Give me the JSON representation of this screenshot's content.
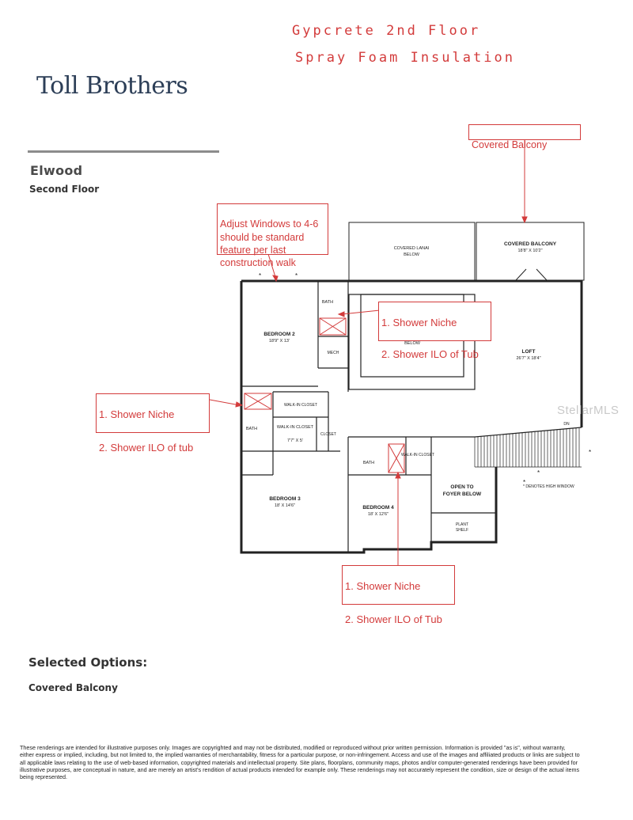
{
  "header": {
    "line1": "Gypcrete 2nd Floor",
    "line2": "Spray Foam Insulation"
  },
  "brand": {
    "logo_text": "Toll Brothers"
  },
  "plan": {
    "name": "Elwood",
    "floor": "Second Floor"
  },
  "annotations": {
    "covered_balcony": "Covered Balcony",
    "adjust_windows": "Adjust Windows to 4-6 should be standard feature per last construction walk",
    "bath2": {
      "item1": "1.  Shower Niche",
      "item2": "2. Shower ILO of Tub"
    },
    "bath3": {
      "item1": "1. Shower Niche",
      "item2": "2.  Shower ILO of tub"
    },
    "bath4": {
      "item1": "1. Shower Niche",
      "item2": "2. Shower ILO of Tub"
    }
  },
  "rooms": {
    "covered_lanai": {
      "name": "COVERED LANAI",
      "sub": "BELOW"
    },
    "covered_balcony": {
      "name": "COVERED BALCONY",
      "dims": "18'8\" X 10'2\""
    },
    "bath_a": "BATH",
    "mech": "MECH",
    "bedroom2": {
      "name": "BEDROOM 2",
      "dims": "18'9\" X 13'"
    },
    "open_below": "BELOW",
    "loft": {
      "name": "LOFT",
      "dims": "26'7\" X 18'4\""
    },
    "walkin_closet_a": "WALK-IN CLOSET",
    "bath_b": "BATH",
    "walkin_closet_b": {
      "name": "WALK-IN CLOSET",
      "dims": "7'7\" X 5'"
    },
    "closet": "CLOSET",
    "bath_c": "BATH",
    "walkin_closet_c": "WALK-IN CLOSET",
    "bedroom3": {
      "name": "BEDROOM 3",
      "dims": "18' X 14'6\""
    },
    "bedroom4": {
      "name": "BEDROOM 4",
      "dims": "18' X 12'6\""
    },
    "open_foyer": {
      "name": "OPEN TO",
      "sub": "FOYER BELOW"
    },
    "plant_shelf": {
      "name": "PLANT",
      "sub": "SHELF"
    },
    "dn": "DN",
    "high_window_note": "* DENOTES HIGH WINDOW"
  },
  "watermark": "StellarMLS",
  "selected_options": {
    "heading": "Selected Options:",
    "items": [
      "Covered Balcony"
    ]
  },
  "disclaimer": "These renderings are intended for illustrative purposes only. Images are copyrighted and may not be distributed, modified or reproduced without prior written permission. Information is provided \"as is\", without warranty, either express or implied, including, but not limited to, the implied warranties of merchantability, fitness for a particular purpose, or non-infringement. Access and use of the images and affiliated products or links are subject to all applicable laws relating to the use of web-based information, copyrighted materials and intellectual property. Site plans, floorplans, community maps, photos and/or computer-generated renderings have been provided for illustrative purposes, are conceptual in nature, and are merely an artist's rendition of actual products intended for example only. These renderings may not accurately represent the condition, size or design of the actual items being represented.",
  "colors": {
    "annotation_red": "#d33b3b",
    "brand_navy": "#2c3e57",
    "wall": "#222222"
  }
}
